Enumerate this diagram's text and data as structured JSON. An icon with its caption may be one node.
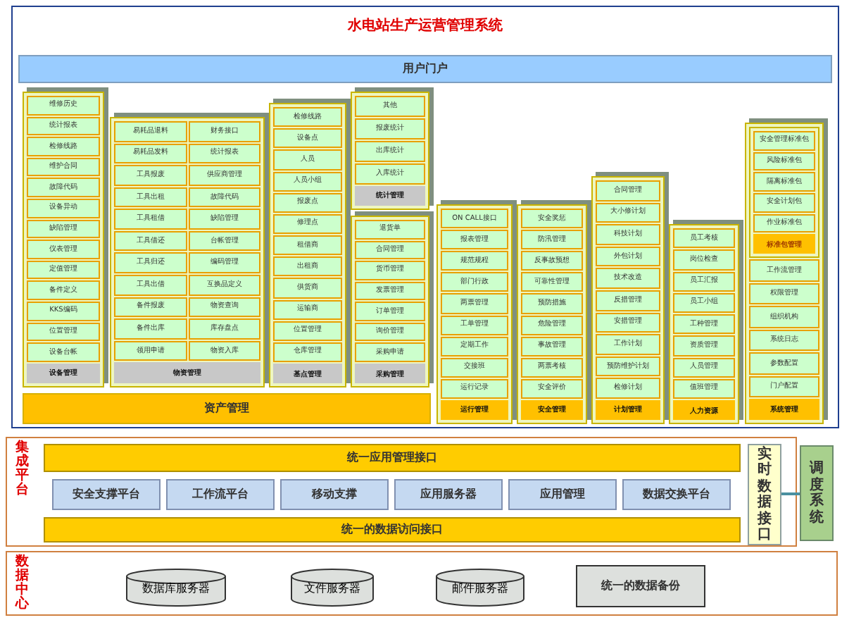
{
  "diagram": {
    "nodes": [
      {
        "text": [
          "水电站生产运营管理系统"
        ]
      },
      {
        "text": [
          "用户门户"
        ],
        "in": 0
      },
      {
        "text": [
          "资产管理"
        ],
        "in": 0
      },
      {
        "text": [
          "设备管理"
        ],
        "in": 0
      },
      {
        "text": [
          "维修历史"
        ],
        "in": 3
      },
      {
        "text": [
          "统计报表"
        ],
        "in": 3
      },
      {
        "text": [
          "检修线路"
        ],
        "in": 3
      },
      {
        "text": [
          "维护合同"
        ],
        "in": 3
      },
      {
        "text": [
          "故障代码"
        ],
        "in": 3
      },
      {
        "text": [
          "设备异动"
        ],
        "in": 3
      },
      {
        "text": [
          "缺陷管理"
        ],
        "in": 3
      },
      {
        "text": [
          "仪表管理"
        ],
        "in": 3
      },
      {
        "text": [
          "定值管理"
        ],
        "in": 3
      },
      {
        "text": [
          "备件定义"
        ],
        "in": 3
      },
      {
        "text": [
          "KKS编码"
        ],
        "in": 3
      },
      {
        "text": [
          "位置管理"
        ],
        "in": 3
      },
      {
        "text": [
          "设备台帐"
        ],
        "in": 3
      },
      {
        "text": [
          "物资管理"
        ],
        "in": 0
      },
      {
        "text": [
          "易耗品退料"
        ],
        "in": 17
      },
      {
        "text": [
          "财务接口"
        ],
        "in": 17
      },
      {
        "text": [
          "易耗品发料"
        ],
        "in": 17
      },
      {
        "text": [
          "统计报表"
        ],
        "in": 17
      },
      {
        "text": [
          "工具报废"
        ],
        "in": 17
      },
      {
        "text": [
          "供应商管理"
        ],
        "in": 17
      },
      {
        "text": [
          "工具出租"
        ],
        "in": 17
      },
      {
        "text": [
          "故障代码"
        ],
        "in": 17
      },
      {
        "text": [
          "工具租借"
        ],
        "in": 17
      },
      {
        "text": [
          "缺陷管理"
        ],
        "in": 17
      },
      {
        "text": [
          "工具借还"
        ],
        "in": 17
      },
      {
        "text": [
          "台帐管理"
        ],
        "in": 17
      },
      {
        "text": [
          "工具归还"
        ],
        "in": 17
      },
      {
        "text": [
          "编码管理"
        ],
        "in": 17
      },
      {
        "text": [
          "工具出借"
        ],
        "in": 17
      },
      {
        "text": [
          "互换品定义"
        ],
        "in": 17
      },
      {
        "text": [
          "备件报废"
        ],
        "in": 17
      },
      {
        "text": [
          "物资查询"
        ],
        "in": 17
      },
      {
        "text": [
          "备件出库"
        ],
        "in": 17
      },
      {
        "text": [
          "库存盘点"
        ],
        "in": 17
      },
      {
        "text": [
          "领用申请"
        ],
        "in": 17
      },
      {
        "text": [
          "物资入库"
        ],
        "in": 17
      },
      {
        "text": [
          "基点管理"
        ],
        "in": 0
      },
      {
        "text": [
          "检修线路"
        ],
        "in": 40
      },
      {
        "text": [
          "设备点"
        ],
        "in": 40
      },
      {
        "text": [
          "人员"
        ],
        "in": 40
      },
      {
        "text": [
          "人员小组"
        ],
        "in": 40
      },
      {
        "text": [
          "报废点"
        ],
        "in": 40
      },
      {
        "text": [
          "修理点"
        ],
        "in": 40
      },
      {
        "text": [
          "租借商"
        ],
        "in": 40
      },
      {
        "text": [
          "出租商"
        ],
        "in": 40
      },
      {
        "text": [
          "供货商"
        ],
        "in": 40
      },
      {
        "text": [
          "运输商"
        ],
        "in": 40
      },
      {
        "text": [
          "位置管理"
        ],
        "in": 40
      },
      {
        "text": [
          "仓库管理"
        ],
        "in": 40
      },
      {
        "text": [
          "统计管理"
        ],
        "in": 0
      },
      {
        "text": [
          "其他"
        ],
        "in": 53
      },
      {
        "text": [
          "报废统计"
        ],
        "in": 53
      },
      {
        "text": [
          "出库统计"
        ],
        "in": 53
      },
      {
        "text": [
          "入库统计"
        ],
        "in": 53
      },
      {
        "text": [
          "采购管理"
        ],
        "in": 0
      },
      {
        "text": [
          "退货单"
        ],
        "in": 58
      },
      {
        "text": [
          "合同管理"
        ],
        "in": 58
      },
      {
        "text": [
          "货币管理"
        ],
        "in": 58
      },
      {
        "text": [
          "发票管理"
        ],
        "in": 58
      },
      {
        "text": [
          "订单管理"
        ],
        "in": 58
      },
      {
        "text": [
          "询价管理"
        ],
        "in": 58
      },
      {
        "text": [
          "采购申请"
        ],
        "in": 58
      },
      {
        "text": [
          "运行管理"
        ],
        "in": 0
      },
      {
        "text": [
          "ON CALL接口"
        ],
        "in": 66
      },
      {
        "text": [
          "报表管理"
        ],
        "in": 66
      },
      {
        "text": [
          "规范规程"
        ],
        "in": 66
      },
      {
        "text": [
          "部门行政"
        ],
        "in": 66
      },
      {
        "text": [
          "两票管理"
        ],
        "in": 66
      },
      {
        "text": [
          "工单管理"
        ],
        "in": 66
      },
      {
        "text": [
          "定期工作"
        ],
        "in": 66
      },
      {
        "text": [
          "交接班"
        ],
        "in": 66
      },
      {
        "text": [
          "运行记录"
        ],
        "in": 66
      },
      {
        "text": [
          "安全管理"
        ],
        "in": 0
      },
      {
        "text": [
          "安全奖惩"
        ],
        "in": 76
      },
      {
        "text": [
          "防汛管理"
        ],
        "in": 76
      },
      {
        "text": [
          "反事故预想"
        ],
        "in": 76
      },
      {
        "text": [
          "可靠性管理"
        ],
        "in": 76
      },
      {
        "text": [
          "预防措施"
        ],
        "in": 76
      },
      {
        "text": [
          "危险管理"
        ],
        "in": 76
      },
      {
        "text": [
          "事故管理"
        ],
        "in": 76
      },
      {
        "text": [
          "两票考核"
        ],
        "in": 76
      },
      {
        "text": [
          "安全评价"
        ],
        "in": 76
      },
      {
        "text": [
          "计划管理"
        ],
        "in": 0
      },
      {
        "text": [
          "合同管理"
        ],
        "in": 86
      },
      {
        "text": [
          "大小修计划"
        ],
        "in": 86
      },
      {
        "text": [
          "科技计划"
        ],
        "in": 86
      },
      {
        "text": [
          "外包计划"
        ],
        "in": 86
      },
      {
        "text": [
          "技术改造"
        ],
        "in": 86
      },
      {
        "text": [
          "反措管理"
        ],
        "in": 86
      },
      {
        "text": [
          "安措管理"
        ],
        "in": 86
      },
      {
        "text": [
          "工作计划"
        ],
        "in": 86
      },
      {
        "text": [
          "预防维护计划"
        ],
        "in": 86
      },
      {
        "text": [
          "检修计划"
        ],
        "in": 86
      },
      {
        "text": [
          "人力资源"
        ],
        "in": 0
      },
      {
        "text": [
          "员工考核"
        ],
        "in": 97
      },
      {
        "text": [
          "岗位检查"
        ],
        "in": 97
      },
      {
        "text": [
          "员工汇报"
        ],
        "in": 97
      },
      {
        "text": [
          "员工小组"
        ],
        "in": 97
      },
      {
        "text": [
          "工种管理"
        ],
        "in": 97
      },
      {
        "text": [
          "资质管理"
        ],
        "in": 97
      },
      {
        "text": [
          "人员管理"
        ],
        "in": 97
      },
      {
        "text": [
          "值班管理"
        ],
        "in": 97
      },
      {
        "text": [
          "系统管理"
        ],
        "in": 0
      },
      {
        "text": [
          "标准包管理"
        ],
        "in": 106
      },
      {
        "text": [
          "安全管理标准包"
        ],
        "in": 107
      },
      {
        "text": [
          "风险标准包"
        ],
        "in": 107
      },
      {
        "text": [
          "隔离标准包"
        ],
        "in": 107
      },
      {
        "text": [
          "安全计划包"
        ],
        "in": 107
      },
      {
        "text": [
          "作业标准包"
        ],
        "in": 107
      },
      {
        "text": [
          "工作流管理"
        ],
        "in": 106
      },
      {
        "text": [
          "权限管理"
        ],
        "in": 106
      },
      {
        "text": [
          "组织机构"
        ],
        "in": 106
      },
      {
        "text": [
          "系统日志"
        ],
        "in": 106
      },
      {
        "text": [
          "参数配置"
        ],
        "in": 106
      },
      {
        "text": [
          "门户配置"
        ],
        "in": 106
      },
      {
        "text": [
          "集成平台"
        ]
      },
      {
        "text": [
          "统一应用管理接口"
        ],
        "in": 119
      },
      {
        "text": [
          "安全支撑平台"
        ],
        "in": 119
      },
      {
        "text": [
          "工作流平台"
        ],
        "in": 119
      },
      {
        "text": [
          "移动支撑"
        ],
        "in": 119
      },
      {
        "text": [
          "应用服务器"
        ],
        "in": 119
      },
      {
        "text": [
          "应用管理"
        ],
        "in": 119
      },
      {
        "text": [
          "数据交换平台"
        ],
        "in": 119
      },
      {
        "text": [
          "统一的数据访问接口"
        ],
        "in": 119
      },
      {
        "text": [
          "实时数据接口"
        ],
        "in": 119
      },
      {
        "text": [
          "调度系统"
        ]
      },
      {
        "text": [
          "数据中心"
        ]
      },
      {
        "text": [
          "数据库服务器"
        ],
        "in": 130
      },
      {
        "text": [
          "文件服务器"
        ],
        "in": 130
      },
      {
        "text": [
          "邮件服务器"
        ],
        "in": 130
      },
      {
        "text": [
          "统一的数据备份"
        ],
        "in": 130
      }
    ],
    "edges": [
      {
        "from": 128,
        "to": 129,
        "arrow": "none"
      }
    ]
  }
}
